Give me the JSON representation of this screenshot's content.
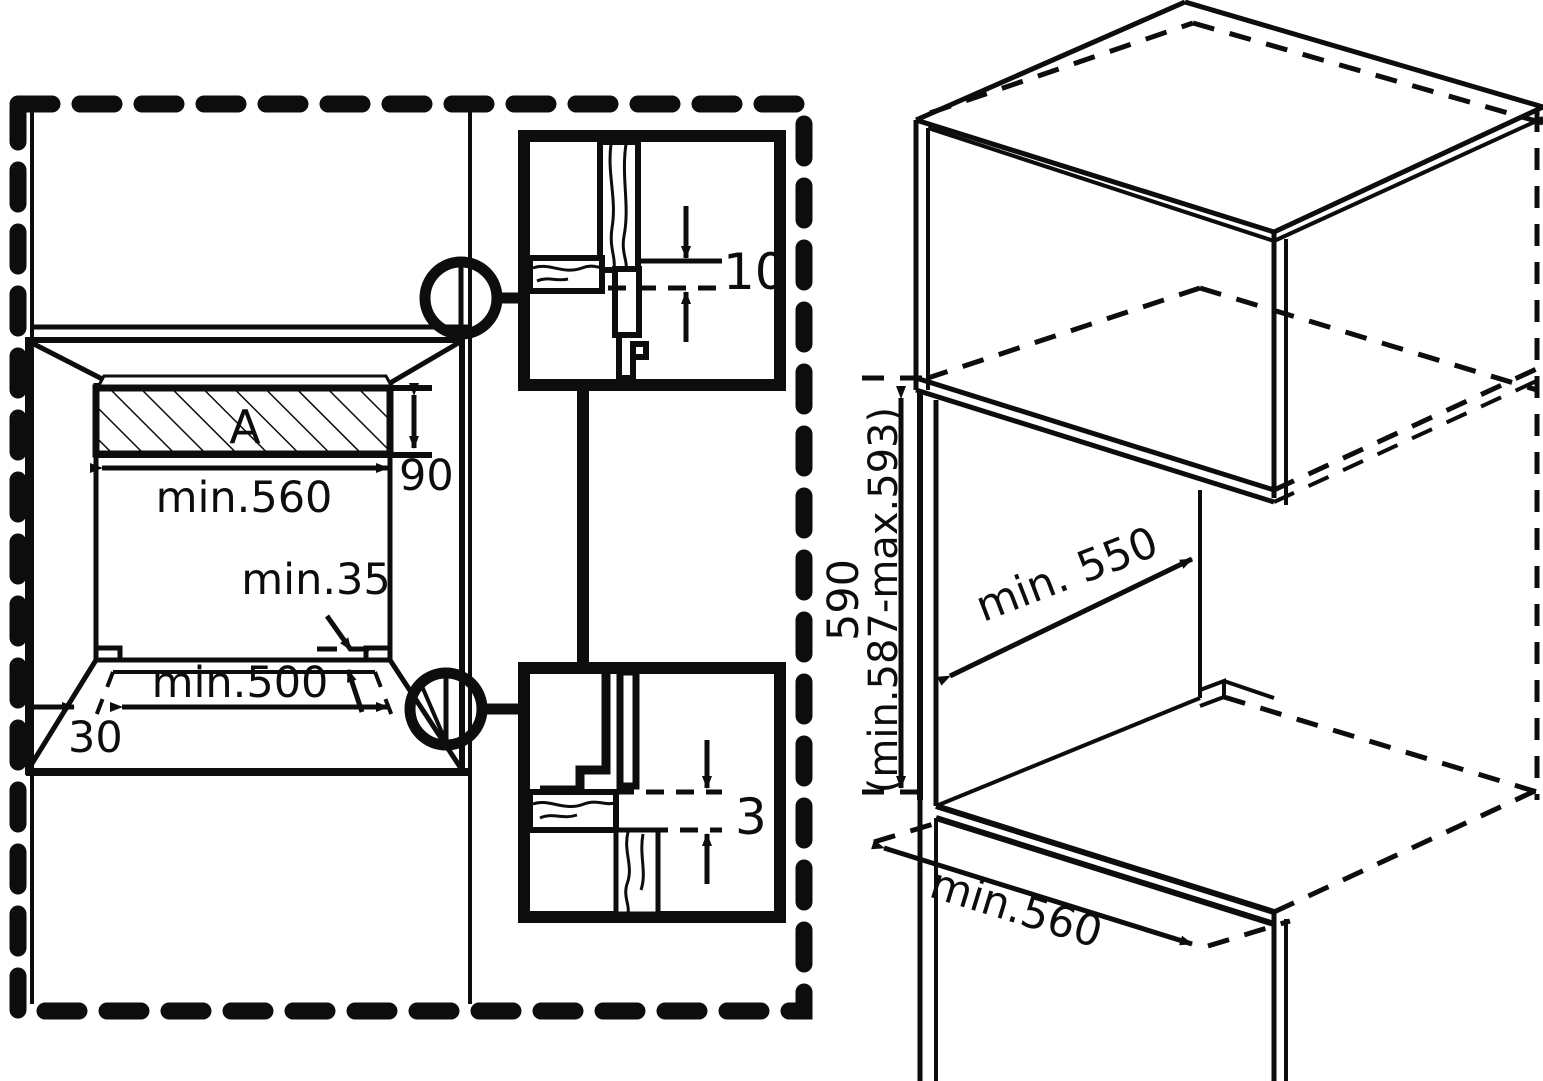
{
  "diagram": {
    "title": "Built-in oven cabinet installation dimensions",
    "units": "mm",
    "ink_color": "#0d0d0d",
    "background_color": "#ffffff"
  },
  "left_view": {
    "name": "front-elevation-cabinet-cutout",
    "labels": {
      "hatched_area": "A",
      "niche_height_top": "90",
      "niche_width": "min.560",
      "front_gap": "min.35",
      "inner_depth": "min.500",
      "side_clearance": "30"
    }
  },
  "detail_top": {
    "name": "detail-callout-top",
    "label": "10"
  },
  "detail_bottom": {
    "name": "detail-callout-bottom",
    "label": "3"
  },
  "right_view": {
    "name": "isometric-cabinet",
    "labels": {
      "niche_height": "590",
      "niche_height_tolerance": "(min.587-max.593)",
      "niche_depth": "min. 550",
      "niche_width": "min.560"
    }
  }
}
